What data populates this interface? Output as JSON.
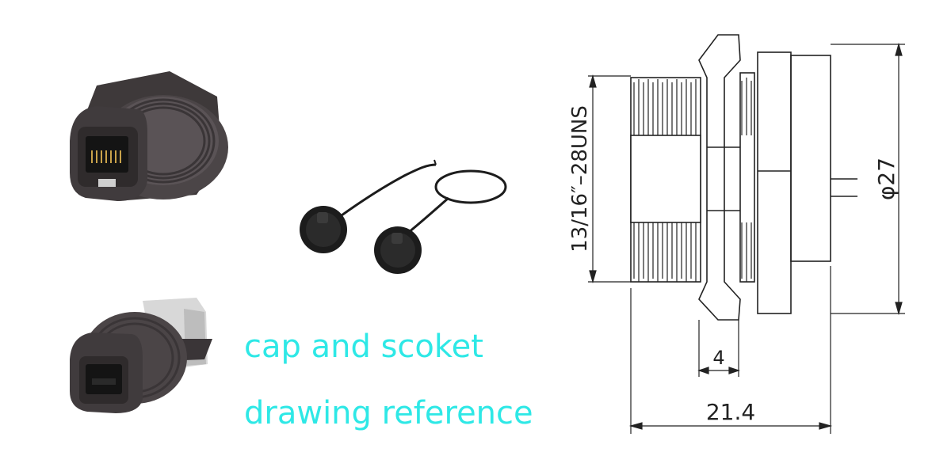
{
  "captions": {
    "line1": "cap and scoket",
    "line2": "drawing reference",
    "color": "#2ee8e6"
  },
  "drawing": {
    "thread_spec": "13/16″–28UNS",
    "diameter": "φ27",
    "thickness": "4",
    "length": "21.4"
  },
  "colors": {
    "part_body": "#4a4446",
    "cap_black": "#1c1c1c",
    "metal_shell": "#d8d8d8",
    "line": "#222222"
  }
}
